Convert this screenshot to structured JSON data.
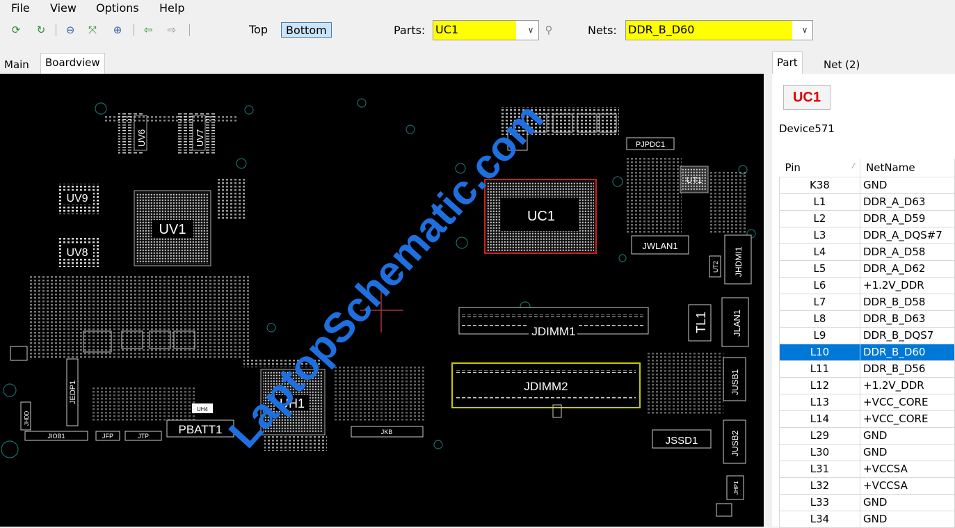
{
  "menu": [
    "File",
    "View",
    "Options",
    "Help"
  ],
  "toolbar": {
    "icons": [
      "refresh-icon",
      "reload-icon",
      "zoom-out-icon",
      "fit-icon",
      "zoom-in-icon",
      "back-arrow-icon",
      "forward-arrow-icon"
    ],
    "side_top": "Top",
    "side_bottom": "Bottom",
    "parts_label": "Parts:",
    "parts_value": "UC1",
    "nets_label": "Nets:",
    "nets_value": "DDR_B_D60"
  },
  "tabs": {
    "main": "Main",
    "boardview": "Boardview"
  },
  "right_tabs": {
    "part": "Part",
    "net": "Net (2)"
  },
  "part": {
    "name": "UC1",
    "description": "Device571"
  },
  "pin_table": {
    "headers": [
      "Pin",
      "NetName"
    ],
    "rows": [
      {
        "pin": "K38",
        "net": "GND"
      },
      {
        "pin": "L1",
        "net": "DDR_A_D63"
      },
      {
        "pin": "L2",
        "net": "DDR_A_D59"
      },
      {
        "pin": "L3",
        "net": "DDR_A_DQS#7"
      },
      {
        "pin": "L4",
        "net": "DDR_A_D58"
      },
      {
        "pin": "L5",
        "net": "DDR_A_D62"
      },
      {
        "pin": "L6",
        "net": "+1.2V_DDR"
      },
      {
        "pin": "L7",
        "net": "DDR_B_D58"
      },
      {
        "pin": "L8",
        "net": "DDR_B_D63"
      },
      {
        "pin": "L9",
        "net": "DDR_B_DQS7"
      },
      {
        "pin": "L10",
        "net": "DDR_B_D60",
        "selected": true
      },
      {
        "pin": "L11",
        "net": "DDR_B_D56"
      },
      {
        "pin": "L12",
        "net": "+1.2V_DDR"
      },
      {
        "pin": "L13",
        "net": "+VCC_CORE"
      },
      {
        "pin": "L14",
        "net": "+VCC_CORE"
      },
      {
        "pin": "L29",
        "net": "GND"
      },
      {
        "pin": "L30",
        "net": "GND"
      },
      {
        "pin": "L31",
        "net": "+VCCSA"
      },
      {
        "pin": "L32",
        "net": "+VCCSA"
      },
      {
        "pin": "L33",
        "net": "GND"
      },
      {
        "pin": "L34",
        "net": "GND"
      }
    ]
  },
  "board": {
    "labels": [
      "UV6",
      "UV7",
      "UV9",
      "UV1",
      "UV8",
      "UC1",
      "PJPDC1",
      "UT1",
      "JWLAN1",
      "JHDMI1",
      "UT2",
      "TL1",
      "JLAN1",
      "JDIMM1",
      "JDIMM2",
      "JUSB1",
      "JUSB2",
      "JSSD1",
      "UH1",
      "PBATT1",
      "JEDP1",
      "JHDD",
      "JIOB1",
      "JFP",
      "JTP",
      "UH4",
      "JKB",
      "JHP1"
    ]
  },
  "watermark": "LaptopSchematic.com",
  "colors": {
    "highlight": "#ffff00",
    "selection": "#0078d7",
    "selected_part": "#d02020",
    "board_bg": "#000000",
    "watermark": "#1e6fe0",
    "dimm2_outline": "#c8c800"
  }
}
